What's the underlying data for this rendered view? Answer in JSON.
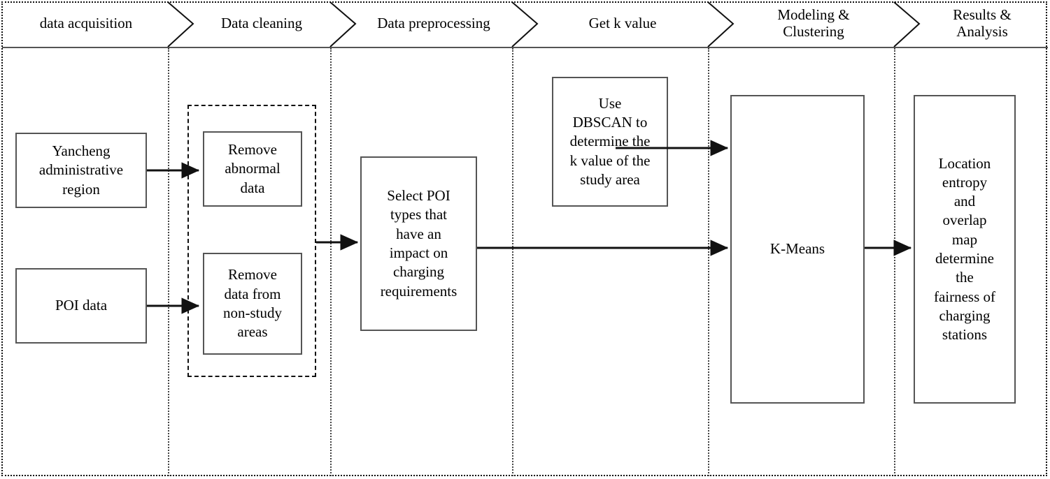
{
  "diagram": {
    "title": "Research methodology flowchart",
    "stroke_color": "#555555",
    "dashed_color": "#111111",
    "background": "#ffffff",
    "phases": [
      {
        "id": "phase-data-acquisition",
        "label": "data acquisition"
      },
      {
        "id": "phase-data-cleaning",
        "label": "Data cleaning"
      },
      {
        "id": "phase-data-preprocessing",
        "label": "Data preprocessing"
      },
      {
        "id": "phase-get-k-value",
        "label": "Get k value"
      },
      {
        "id": "phase-modeling-clustering",
        "label": "Modeling &\nClustering"
      },
      {
        "id": "phase-results-analysis",
        "label": "Results &\nAnalysis"
      }
    ],
    "nodes": [
      {
        "id": "node-yancheng-region",
        "label": "Yancheng\nadministrative\nregion"
      },
      {
        "id": "node-poi-data",
        "label": "POI data"
      },
      {
        "id": "node-remove-abnormal-data",
        "label": "Remove\nabnormal\ndata"
      },
      {
        "id": "node-remove-nonstudy-data",
        "label": "Remove\ndata from\nnon-study\nareas"
      },
      {
        "id": "node-select-poi-types",
        "label": "Select POI\ntypes that\nhave an\nimpact on\ncharging\nrequirements"
      },
      {
        "id": "node-dbscan-k-value",
        "label": "Use\nDBSCAN to\ndetermine the\nk value of the\nstudy area"
      },
      {
        "id": "node-kmeans",
        "label": "K-Means"
      },
      {
        "id": "node-results-fairness",
        "label": "Location\nentropy\nand\noverlap\nmap\ndetermine\nthe\nfairness of\ncharging\nstations"
      }
    ],
    "edges": [
      {
        "id": "edge-yancheng-to-remove-abnormal",
        "from": "node-yancheng-region",
        "to": "node-remove-abnormal-data"
      },
      {
        "id": "edge-poi-to-remove-nonstudy",
        "from": "node-poi-data",
        "to": "node-remove-nonstudy-data"
      },
      {
        "id": "edge-cleaning-to-select-poi",
        "from": "group-data-cleaning",
        "to": "node-select-poi-types"
      },
      {
        "id": "edge-dbscan-to-kmeans",
        "from": "node-dbscan-k-value",
        "to": "node-kmeans"
      },
      {
        "id": "edge-select-poi-to-kmeans",
        "from": "node-select-poi-types",
        "to": "node-kmeans"
      },
      {
        "id": "edge-kmeans-to-results",
        "from": "node-kmeans",
        "to": "node-results-fairness"
      }
    ],
    "groups": [
      {
        "id": "group-data-cleaning",
        "style": "dashed"
      }
    ]
  }
}
